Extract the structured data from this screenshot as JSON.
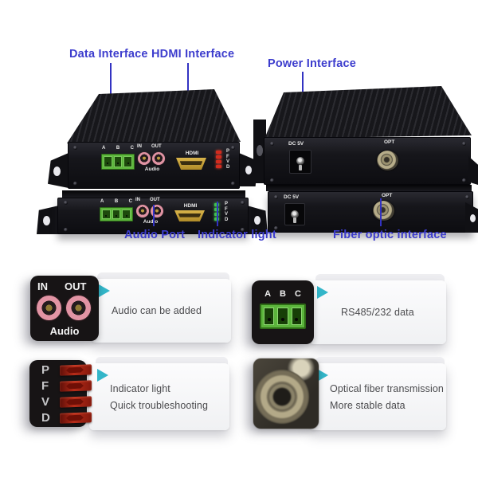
{
  "colors": {
    "annotation_blue": "#3c3ccd",
    "play_cyan": "#33b6c9",
    "terminal_green": "#5cb53c",
    "jack_pink": "#e093a3",
    "hdmi_gold": "#c9a43b",
    "led_red": "#d32b1e",
    "led_green": "#3fc04e"
  },
  "annotations": {
    "data_interface": "Data Interface",
    "hdmi_interface": "HDMI Interface",
    "power_interface": "Power Interface",
    "audio_port": "Audio Port",
    "indicator_light": "Indicator light",
    "fiber_optic": "Fiber optic interface"
  },
  "device_front": {
    "terminal_letters": [
      "A",
      "B",
      "C"
    ],
    "audio_in_label": "IN",
    "audio_out_label": "OUT",
    "audio_label": "Audio",
    "hdmi_label": "HDMI",
    "led_letters": [
      "P",
      "F",
      "V",
      "D"
    ]
  },
  "device_rear": {
    "power_label": "DC 5V",
    "optical_label": "OPT"
  },
  "callouts": [
    {
      "name": "audio",
      "thumb": {
        "in": "IN",
        "out": "OUT",
        "caption": "Audio"
      },
      "lines": [
        "Audio can be added"
      ]
    },
    {
      "name": "rs485",
      "thumb": {
        "letters": [
          "A",
          "B",
          "C"
        ]
      },
      "lines": [
        "RS485/232 data"
      ]
    },
    {
      "name": "indicator",
      "thumb": {
        "letters": [
          "P",
          "F",
          "V",
          "D"
        ]
      },
      "lines": [
        "Indicator light",
        "Quick troubleshooting"
      ]
    },
    {
      "name": "fiber",
      "thumb": {},
      "lines": [
        "Optical fiber transmission",
        "More stable data"
      ]
    }
  ]
}
